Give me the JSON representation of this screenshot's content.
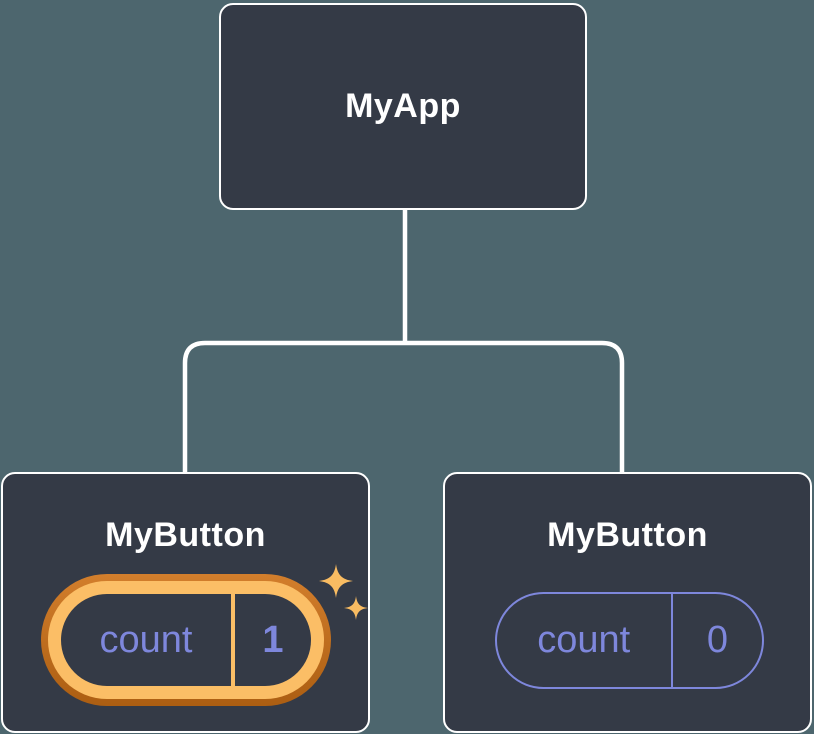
{
  "tree": {
    "root": {
      "label": "MyApp"
    },
    "children": [
      {
        "label": "MyButton",
        "state": {
          "label": "count",
          "value": "1"
        },
        "highlighted": true,
        "decoration": "sparkles-icon"
      },
      {
        "label": "MyButton",
        "state": {
          "label": "count",
          "value": "0"
        },
        "highlighted": false
      }
    ]
  },
  "colors": {
    "background": "#4D666E",
    "node_fill": "#343A46",
    "node_border": "#FFFFFF",
    "connector": "#FFFFFF",
    "accent_purple": "#7E87DC",
    "highlight_orange_light": "#FBBE66",
    "highlight_orange_dark_top": "#D27E2C",
    "highlight_orange_dark_bottom": "#AC5E12",
    "sparkle": "#F9BC62"
  }
}
